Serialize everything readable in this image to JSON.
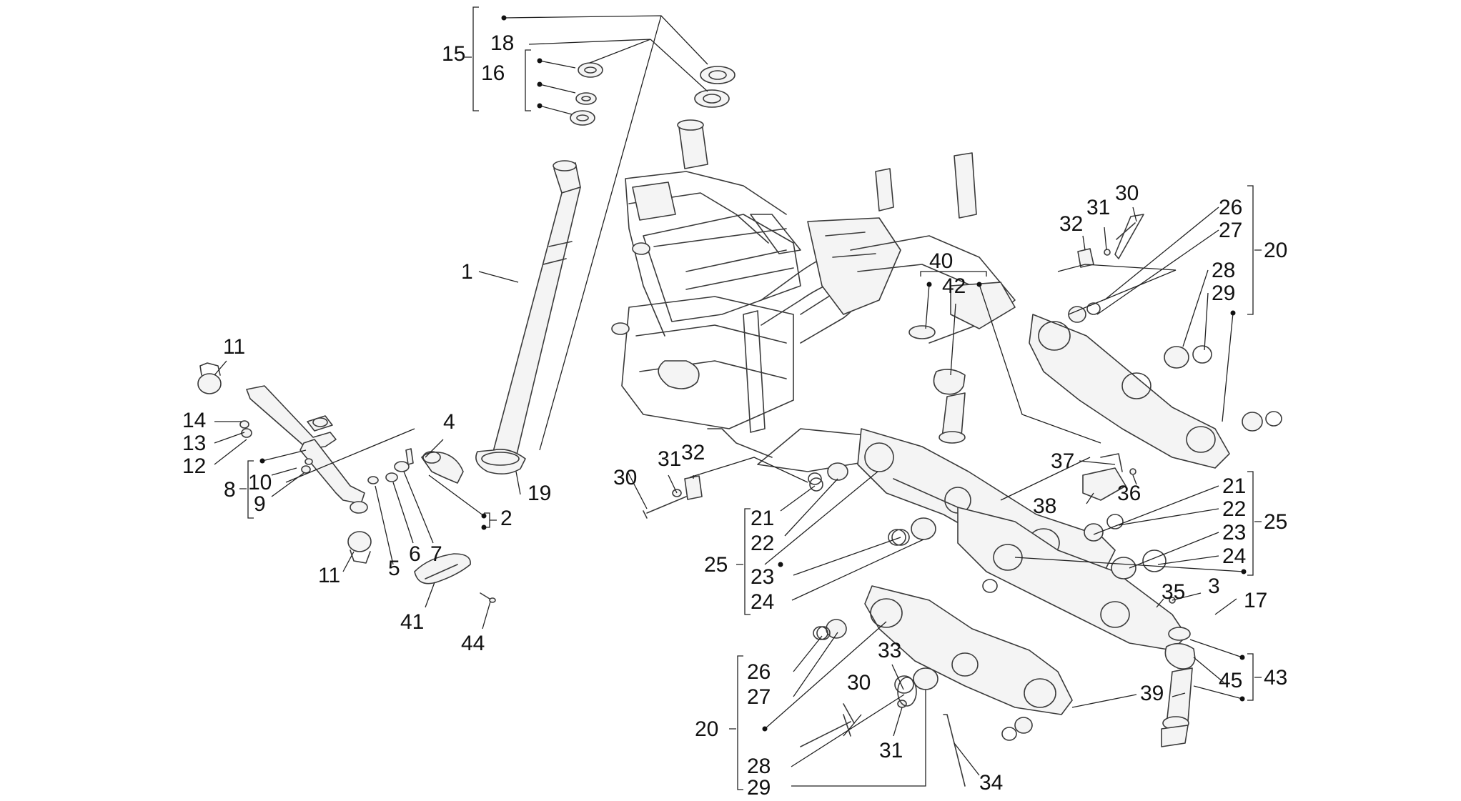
{
  "diagram": {
    "type": "exploded-parts-diagram",
    "line_color": "#3a3a3a",
    "background": "#ffffff",
    "callouts": [
      {
        "id": "c1",
        "label": "1"
      },
      {
        "id": "c2",
        "label": "2"
      },
      {
        "id": "c3",
        "label": "3"
      },
      {
        "id": "c4",
        "label": "4"
      },
      {
        "id": "c5",
        "label": "5"
      },
      {
        "id": "c6",
        "label": "6"
      },
      {
        "id": "c7",
        "label": "7"
      },
      {
        "id": "c8",
        "label": "8"
      },
      {
        "id": "c9",
        "label": "9"
      },
      {
        "id": "c10",
        "label": "10"
      },
      {
        "id": "c11a",
        "label": "11"
      },
      {
        "id": "c11b",
        "label": "11"
      },
      {
        "id": "c12",
        "label": "12"
      },
      {
        "id": "c13",
        "label": "13"
      },
      {
        "id": "c14",
        "label": "14"
      },
      {
        "id": "c15",
        "label": "15"
      },
      {
        "id": "c16",
        "label": "16"
      },
      {
        "id": "c17",
        "label": "17"
      },
      {
        "id": "c18",
        "label": "18"
      },
      {
        "id": "c19",
        "label": "19"
      },
      {
        "id": "c20a",
        "label": "20"
      },
      {
        "id": "c20b",
        "label": "20"
      },
      {
        "id": "c21a",
        "label": "21"
      },
      {
        "id": "c21b",
        "label": "21"
      },
      {
        "id": "c22a",
        "label": "22"
      },
      {
        "id": "c22b",
        "label": "22"
      },
      {
        "id": "c23a",
        "label": "23"
      },
      {
        "id": "c23b",
        "label": "23"
      },
      {
        "id": "c24a",
        "label": "24"
      },
      {
        "id": "c24b",
        "label": "24"
      },
      {
        "id": "c25a",
        "label": "25"
      },
      {
        "id": "c25b",
        "label": "25"
      },
      {
        "id": "c26a",
        "label": "26"
      },
      {
        "id": "c26b",
        "label": "26"
      },
      {
        "id": "c27a",
        "label": "27"
      },
      {
        "id": "c27b",
        "label": "27"
      },
      {
        "id": "c28a",
        "label": "28"
      },
      {
        "id": "c28b",
        "label": "28"
      },
      {
        "id": "c29a",
        "label": "29"
      },
      {
        "id": "c29b",
        "label": "29"
      },
      {
        "id": "c30a",
        "label": "30"
      },
      {
        "id": "c30b",
        "label": "30"
      },
      {
        "id": "c30c",
        "label": "30"
      },
      {
        "id": "c31a",
        "label": "31"
      },
      {
        "id": "c31b",
        "label": "31"
      },
      {
        "id": "c31c",
        "label": "31"
      },
      {
        "id": "c32a",
        "label": "32"
      },
      {
        "id": "c32b",
        "label": "32"
      },
      {
        "id": "c33",
        "label": "33"
      },
      {
        "id": "c34",
        "label": "34"
      },
      {
        "id": "c35",
        "label": "35"
      },
      {
        "id": "c36",
        "label": "36"
      },
      {
        "id": "c37",
        "label": "37"
      },
      {
        "id": "c38",
        "label": "38"
      },
      {
        "id": "c39",
        "label": "39"
      },
      {
        "id": "c40",
        "label": "40"
      },
      {
        "id": "c41",
        "label": "41"
      },
      {
        "id": "c42",
        "label": "42"
      },
      {
        "id": "c43",
        "label": "43"
      },
      {
        "id": "c44",
        "label": "44"
      },
      {
        "id": "c45",
        "label": "45"
      }
    ]
  }
}
